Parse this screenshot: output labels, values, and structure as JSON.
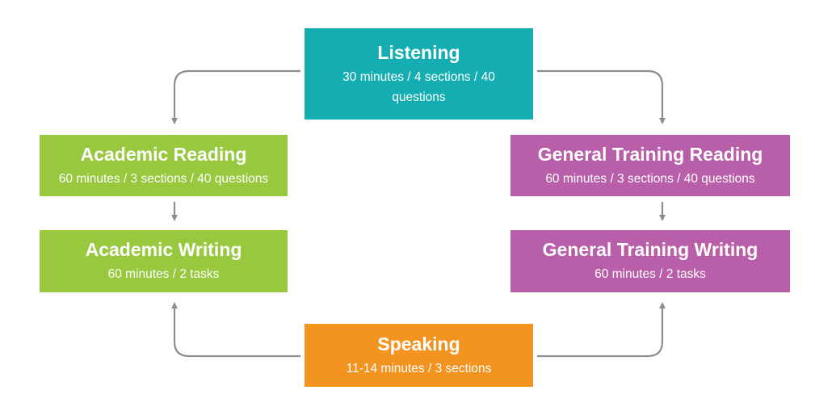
{
  "listening": {
    "title": "Listening",
    "desc": "30 minutes / 4 sections / 40 questions"
  },
  "academic_reading": {
    "title": "Academic Reading",
    "desc": "60 minutes / 3 sections / 40 questions"
  },
  "academic_writing": {
    "title": "Academic Writing",
    "desc": "60 minutes / 2 tasks"
  },
  "general_training_reading": {
    "title": "General Training Reading",
    "desc": "60 minutes / 3 sections / 40 questions"
  },
  "general_training_writing": {
    "title": "General Training Writing",
    "desc": "60 minutes / 2 tasks"
  },
  "speaking": {
    "title": "Speaking",
    "desc": "11-14 minutes / 3 sections"
  },
  "colors": {
    "listening": "#14aeb2",
    "academic": "#97c83d",
    "general_training": "#b95ea8",
    "speaking": "#f39421",
    "connector": "#8e8e8e"
  }
}
